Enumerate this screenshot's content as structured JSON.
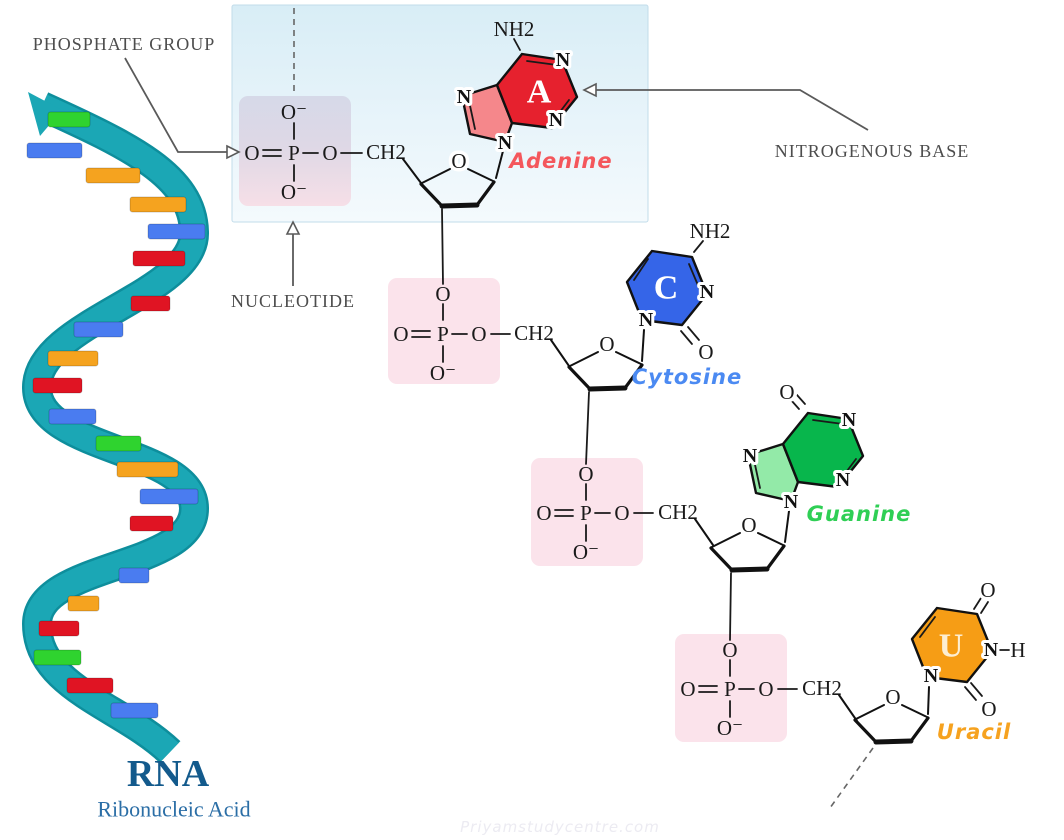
{
  "labels": {
    "phosphate_group": "PHOSPHATE GROUP",
    "nucleotide": "NUCLEOTIDE",
    "nitrogenous_base": "NITROGENOUS BASE"
  },
  "rna": {
    "abbr": "RNA",
    "full_name": "Ribonucleic Acid",
    "abbr_color": "#135a8c",
    "full_color": "#2b6ea6"
  },
  "watermark": "Priyamstudycentre.com",
  "atoms": {
    "o": "O",
    "o_minus": "O⁻",
    "p": "P",
    "ch2": "CH2",
    "n": "N",
    "nh2": "NH2",
    "h": "H"
  },
  "bases": [
    {
      "letter": "A",
      "name": "Adenine",
      "ring_fill": "#e6212e",
      "fused_fill": "#f5878b",
      "label_color": "#f4575c"
    },
    {
      "letter": "C",
      "name": "Cytosine",
      "ring_fill": "#3565e8",
      "label_color": "#4b8af2"
    },
    {
      "letter": "",
      "name": "Guanine",
      "ring_fill": "#08b64c",
      "fused_fill": "#93eaa8",
      "label_color": "#2fcf55"
    },
    {
      "letter": "U",
      "name": "Uracil",
      "ring_fill": "#f69d15",
      "label_color": "#f6a21f"
    }
  ],
  "boxes": {
    "nucleotide_fill_top": "#d8edf6",
    "nucleotide_fill_bottom": "#f4fafd",
    "phosphate1_fill_top": "#d6d9e8",
    "phosphate1_fill_bottom": "#f6dfe7",
    "phosphate_fill": "#fbe3eb"
  },
  "helix": {
    "ribbon_color": "#1ba7b5",
    "ribbon_edge_color": "#0e8e9c",
    "bar_colors": {
      "g": "#2fd32f",
      "b": "#4a7cf0",
      "o": "#f5a31f",
      "r": "#e01423"
    },
    "bars": [
      [
        48,
        112,
        42,
        "g"
      ],
      [
        27,
        143,
        55,
        "b"
      ],
      [
        86,
        168,
        54,
        "o"
      ],
      [
        130,
        197,
        56,
        "o"
      ],
      [
        148,
        224,
        57,
        "b"
      ],
      [
        133,
        251,
        52,
        "r"
      ],
      [
        131,
        296,
        39,
        "r"
      ],
      [
        74,
        322,
        49,
        "b"
      ],
      [
        48,
        351,
        50,
        "o"
      ],
      [
        33,
        378,
        49,
        "r"
      ],
      [
        49,
        409,
        47,
        "b"
      ],
      [
        96,
        436,
        45,
        "g"
      ],
      [
        117,
        462,
        61,
        "o"
      ],
      [
        140,
        489,
        58,
        "b"
      ],
      [
        130,
        516,
        43,
        "r"
      ],
      [
        119,
        568,
        30,
        "b"
      ],
      [
        68,
        596,
        31,
        "o"
      ],
      [
        39,
        621,
        40,
        "r"
      ],
      [
        34,
        650,
        47,
        "g"
      ],
      [
        67,
        678,
        46,
        "r"
      ],
      [
        111,
        703,
        47,
        "b"
      ]
    ]
  }
}
